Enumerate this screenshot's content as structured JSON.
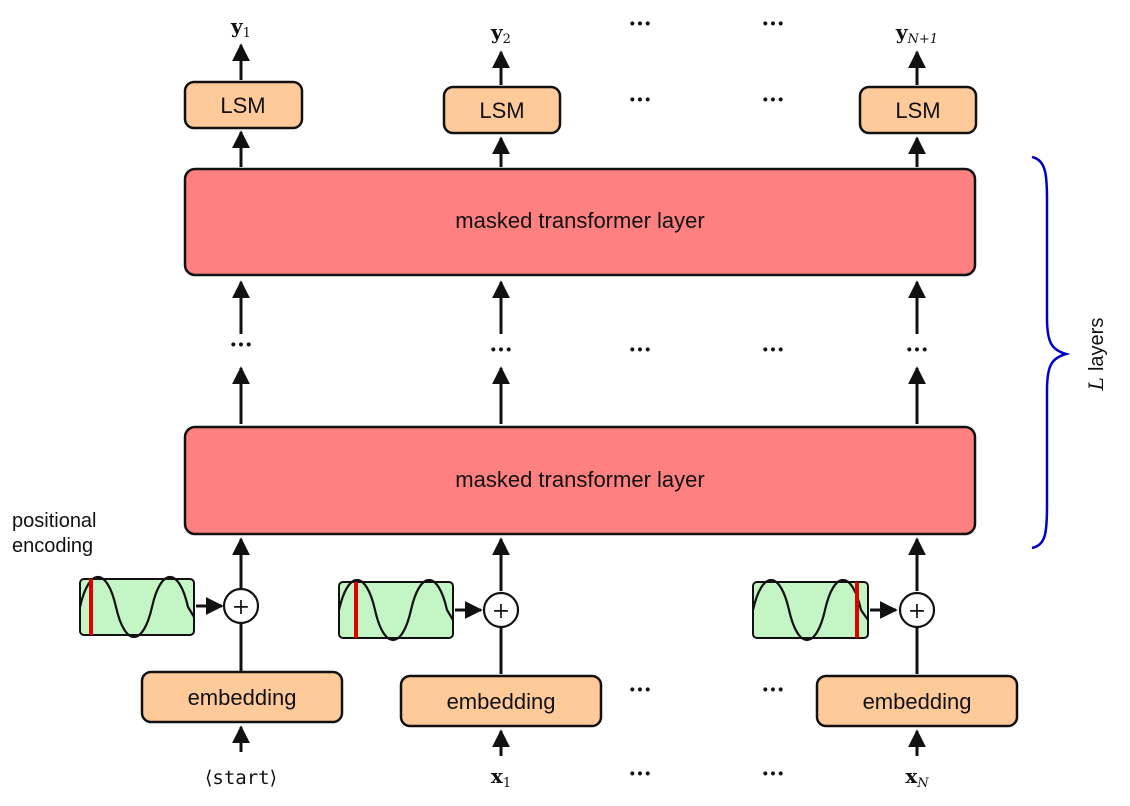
{
  "colors": {
    "embedding_fill": "#ffca99",
    "lsm_fill": "#ffca99",
    "transformer_fill": "#ff8080",
    "posenc_fill": "#c4f5c4",
    "posenc_marker": "#e00000",
    "brace": "#0000cc",
    "stroke": "#111111"
  },
  "labels": {
    "lsm": "LSM",
    "embedding": "embedding",
    "transformer_layer": "masked transformer layer",
    "positional_line1": "positional",
    "positional_line2": "encoding",
    "layers_var": "L",
    "layers_word": "layers",
    "ellipsis": "···",
    "plus": "+"
  },
  "inputs": {
    "start_open": "⟨",
    "start_word": "start",
    "start_close": "⟩",
    "x": "x",
    "x1_sub": "1",
    "xN_sub": "N"
  },
  "outputs": {
    "y": "y",
    "y1_sub": "1",
    "y2_sub": "2",
    "yN1_sub": "N+1"
  }
}
